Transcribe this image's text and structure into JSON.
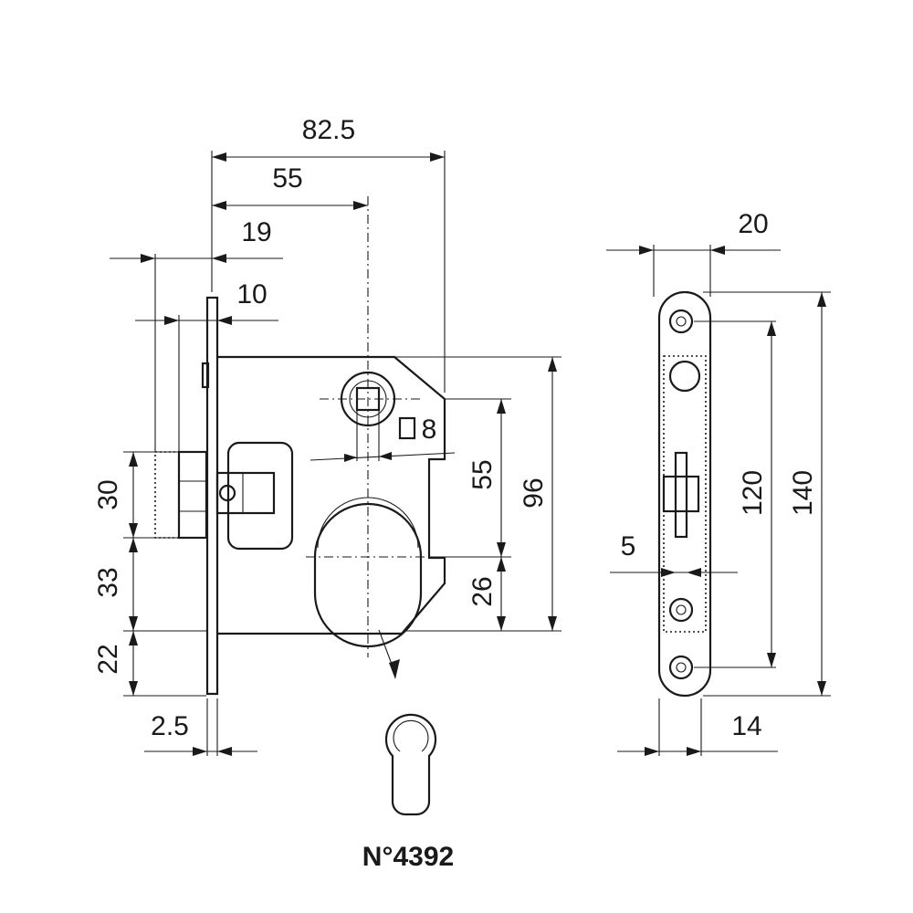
{
  "drawing": {
    "caption": "N°4392",
    "dimensions": {
      "backset_overall": "82.5",
      "backset": "55",
      "latch_projection": "19",
      "bolt_projection": "10",
      "faceplate_thickness": "2.5",
      "latch_height": "30",
      "spacing_middle": "33",
      "spacing_bottom": "22",
      "spindle_square": "8",
      "center_distance": "55",
      "bottom_to_cylinder": "26",
      "case_height": "96",
      "faceplate_width": "20",
      "screw_spacing": "120",
      "faceplate_length": "140",
      "bolt_offset": "5",
      "case_depth": "14"
    }
  }
}
